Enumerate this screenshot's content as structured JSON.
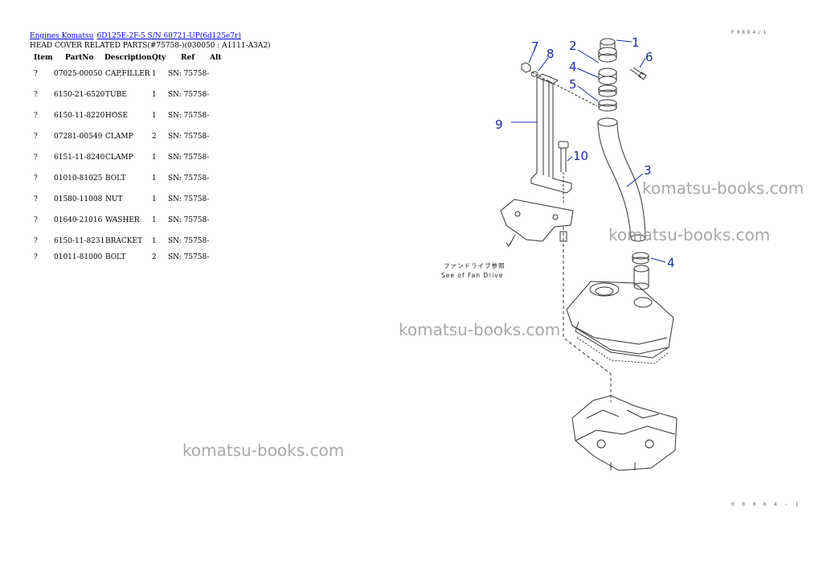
{
  "breadcrumb": {
    "link1": "Engines Komatsu",
    "link2": "6D125E-2F-5 S/N 60721-UP(6d125e7r)"
  },
  "subtitle": "HEAD COVER RELATED PARTS(#75758-)(030050 : A1111-A3A2)",
  "table": {
    "headers": {
      "item": "Item",
      "partno": "PartNo",
      "description": "Description",
      "qty": "Qty",
      "ref": "Ref",
      "alt": "Alt"
    },
    "rows": [
      {
        "item": "?",
        "partno": "07025-00050",
        "description": "CAP,FILLER",
        "qty": "1",
        "ref": "SN: 75758-"
      },
      {
        "item": "?",
        "partno": "6150-21-6520",
        "description": "TUBE",
        "qty": "1",
        "ref": "SN: 75758-"
      },
      {
        "item": "?",
        "partno": "6150-11-8220",
        "description": "HOSE",
        "qty": "1",
        "ref": "SN: 75758-"
      },
      {
        "item": "?",
        "partno": "07281-00549",
        "description": "CLAMP",
        "qty": "2",
        "ref": "SN: 75758-"
      },
      {
        "item": "?",
        "partno": "6151-11-8240",
        "description": "CLAMP",
        "qty": "1",
        "ref": "SN: 75758-"
      },
      {
        "item": "?",
        "partno": "01010-81025",
        "description": "BOLT",
        "qty": "1",
        "ref": "SN: 75758-"
      },
      {
        "item": "?",
        "partno": "01580-11008",
        "description": "NUT",
        "qty": "1",
        "ref": "SN: 75758-"
      },
      {
        "item": "?",
        "partno": "01640-21016",
        "description": "WASHER",
        "qty": "1",
        "ref": "SN: 75758-"
      },
      {
        "item": "?",
        "partno": "6150-11-8231",
        "description": "BRACKET",
        "qty": "1",
        "ref": "SN: 75758-"
      },
      {
        "item": "?",
        "partno": "01011-81000",
        "description": "BOLT",
        "qty": "2",
        "ref": "SN: 75758-"
      }
    ]
  },
  "watermark": "komatsu-books.com",
  "diagram": {
    "callouts": [
      "1",
      "2",
      "3",
      "4",
      "4",
      "5",
      "6",
      "7",
      "8",
      "9",
      "10"
    ],
    "note_jp": "ファンドライブ参照",
    "note_en": "See of Fan Drive",
    "corner_top": "F08D4/1",
    "corner_bottom": "0 0 0 0 4 - 1"
  }
}
